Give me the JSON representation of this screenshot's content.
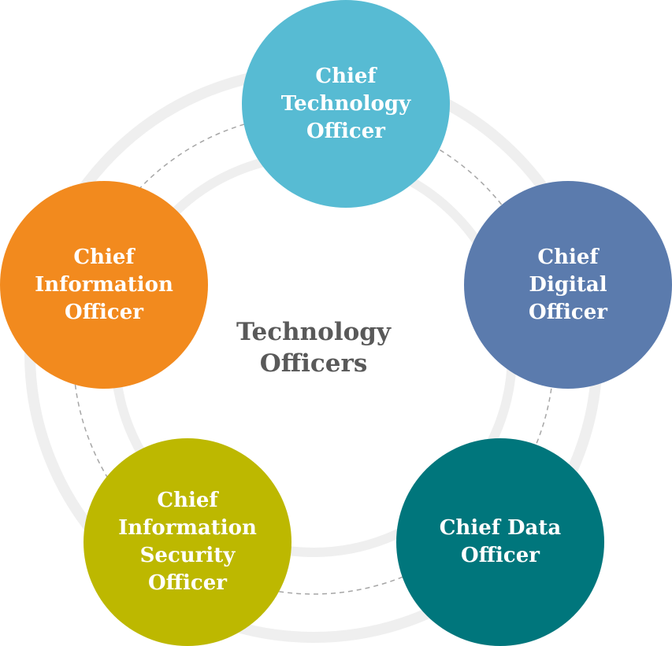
{
  "center": {
    "title": "Technology\nOfficers"
  },
  "roles": [
    {
      "id": "cto",
      "label": "Chief\nTechnology\nOfficer",
      "color": "#57BBD3"
    },
    {
      "id": "cdo",
      "label": "Chief\nDigital\nOfficer",
      "color": "#5B7BAD"
    },
    {
      "id": "cdao",
      "label": "Chief Data\nOfficer",
      "color": "#00767C"
    },
    {
      "id": "ciso",
      "label": "Chief\nInformation\nSecurity\nOfficer",
      "color": "#BDB800"
    },
    {
      "id": "cio",
      "label": "Chief\nInformation\nOfficer",
      "color": "#F28A1E"
    }
  ],
  "colors": {
    "ring": "#EFEFEF",
    "dashed_ring": "#A6A6A6",
    "center_text": "#595959"
  }
}
